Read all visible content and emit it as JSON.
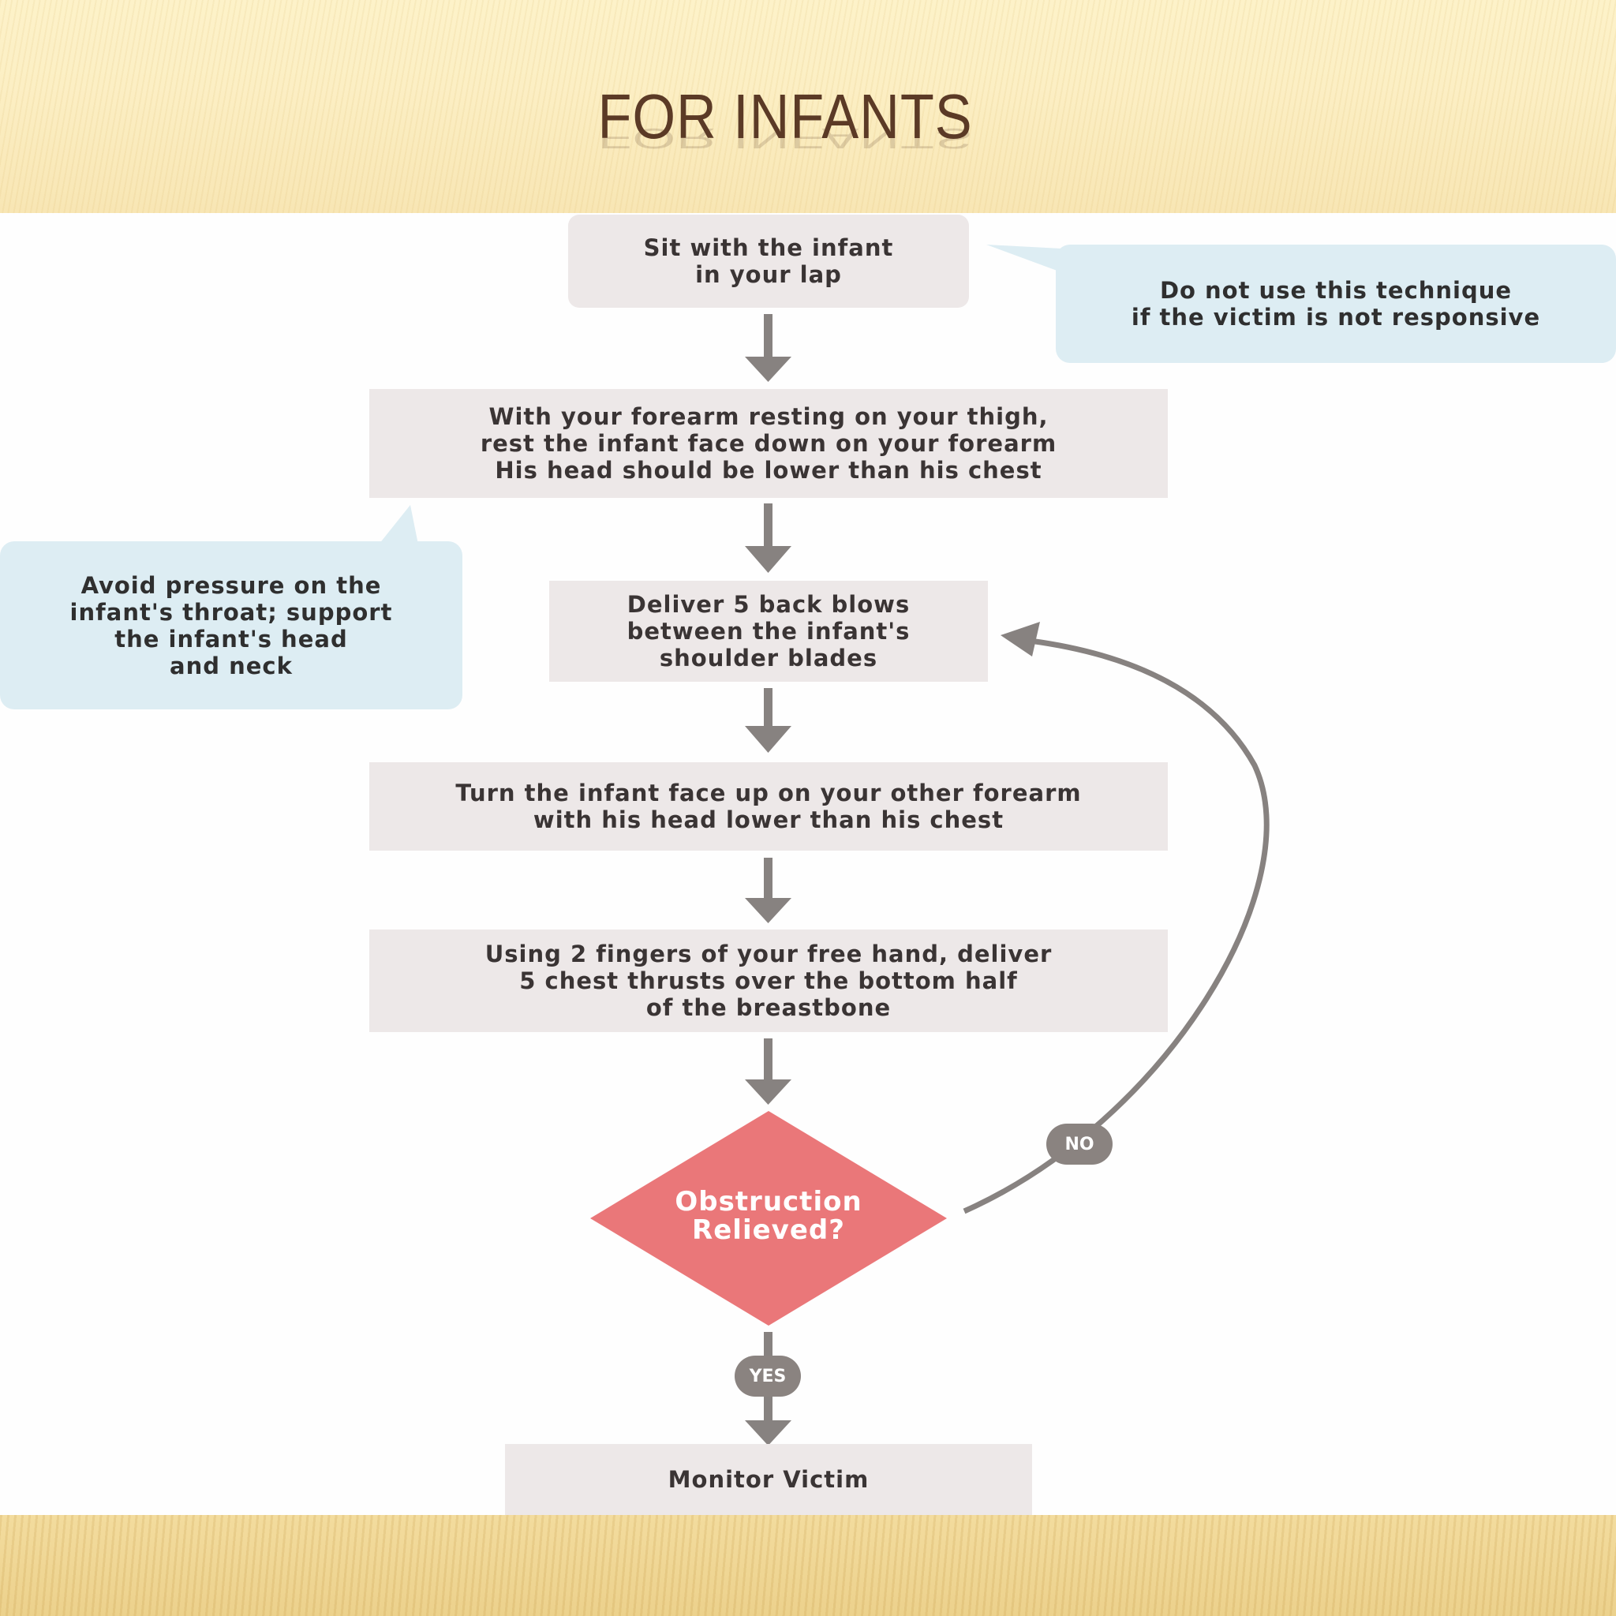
{
  "title": "FOR INFANTS",
  "steps": [
    "Sit with the infant\nin your lap",
    "With your forearm resting on your thigh,\nrest the infant face down on your forearm\nHis head should be lower than his chest",
    "Deliver 5 back blows\nbetween the infant's\nshoulder blades",
    "Turn the infant face up on your other forearm\nwith his head lower than his chest",
    "Using 2 fingers of your free hand, deliver\n5 chest thrusts over the bottom half\nof the breastbone",
    "Monitor Victim"
  ],
  "notes": {
    "not_responsive": "Do not use this technique\nif the victim is not responsive",
    "avoid_pressure": "Avoid pressure on the\ninfant's throat; support\nthe infant's head\nand neck"
  },
  "decision": {
    "label": "Obstruction\nRelieved?",
    "no_label": "NO",
    "yes_label": "YES"
  },
  "colors": {
    "step_fill": "#ede8e8",
    "note_fill": "#ddedf3",
    "decision_fill": "#ea7779",
    "arrow": "#878280",
    "title": "#5b3a26"
  }
}
